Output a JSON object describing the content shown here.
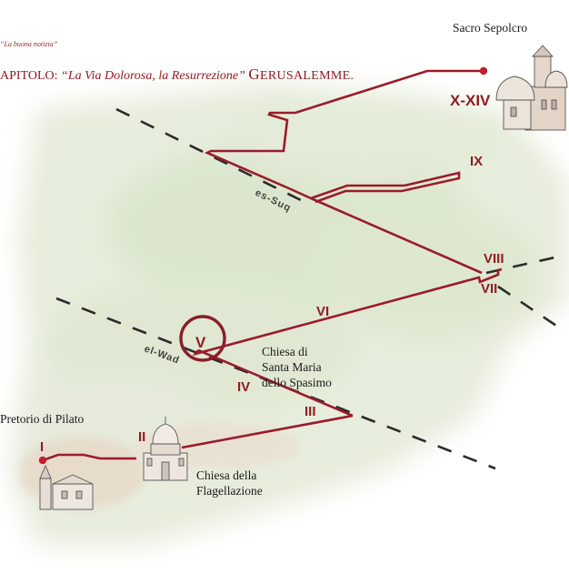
{
  "header": {
    "tagline": "La buona notizia",
    "chapter_prefix": "APITOLO: ",
    "chapter_title": "“La Via Dolorosa, la Resurrezione”",
    "city_initial": "G",
    "city_rest": "ERUSALEMME."
  },
  "streets": {
    "es_suq": "es-Suq",
    "el_wad": "el-Wad"
  },
  "stations": {
    "i": "I",
    "ii": "II",
    "iii": "III",
    "iv": "IV",
    "v": "V",
    "vi": "VI",
    "vii": "VII",
    "viii": "VIII",
    "ix": "IX",
    "x_xiv": "X-XIV"
  },
  "places": {
    "sacro_sepolcro": "Sacro Sepolcro",
    "pretorio": "Pretorio di Pilato",
    "santa_maria_line1": "Chiesa di",
    "santa_maria_line2": "Santa Maria",
    "santa_maria_line3": "dello Spasimo",
    "flagellazione_line1": "Chiesa della",
    "flagellazione_line2": "Flagellazione"
  },
  "colors": {
    "route": "#9b1b2a",
    "station_text": "#8f1c24",
    "street_dash": "#2b2b2b",
    "background_wash": "#dfe8d2"
  },
  "icons": {
    "start_marker": "start-dot-icon",
    "end_marker": "end-dot-icon",
    "station_highlight": "station-circle-icon"
  }
}
